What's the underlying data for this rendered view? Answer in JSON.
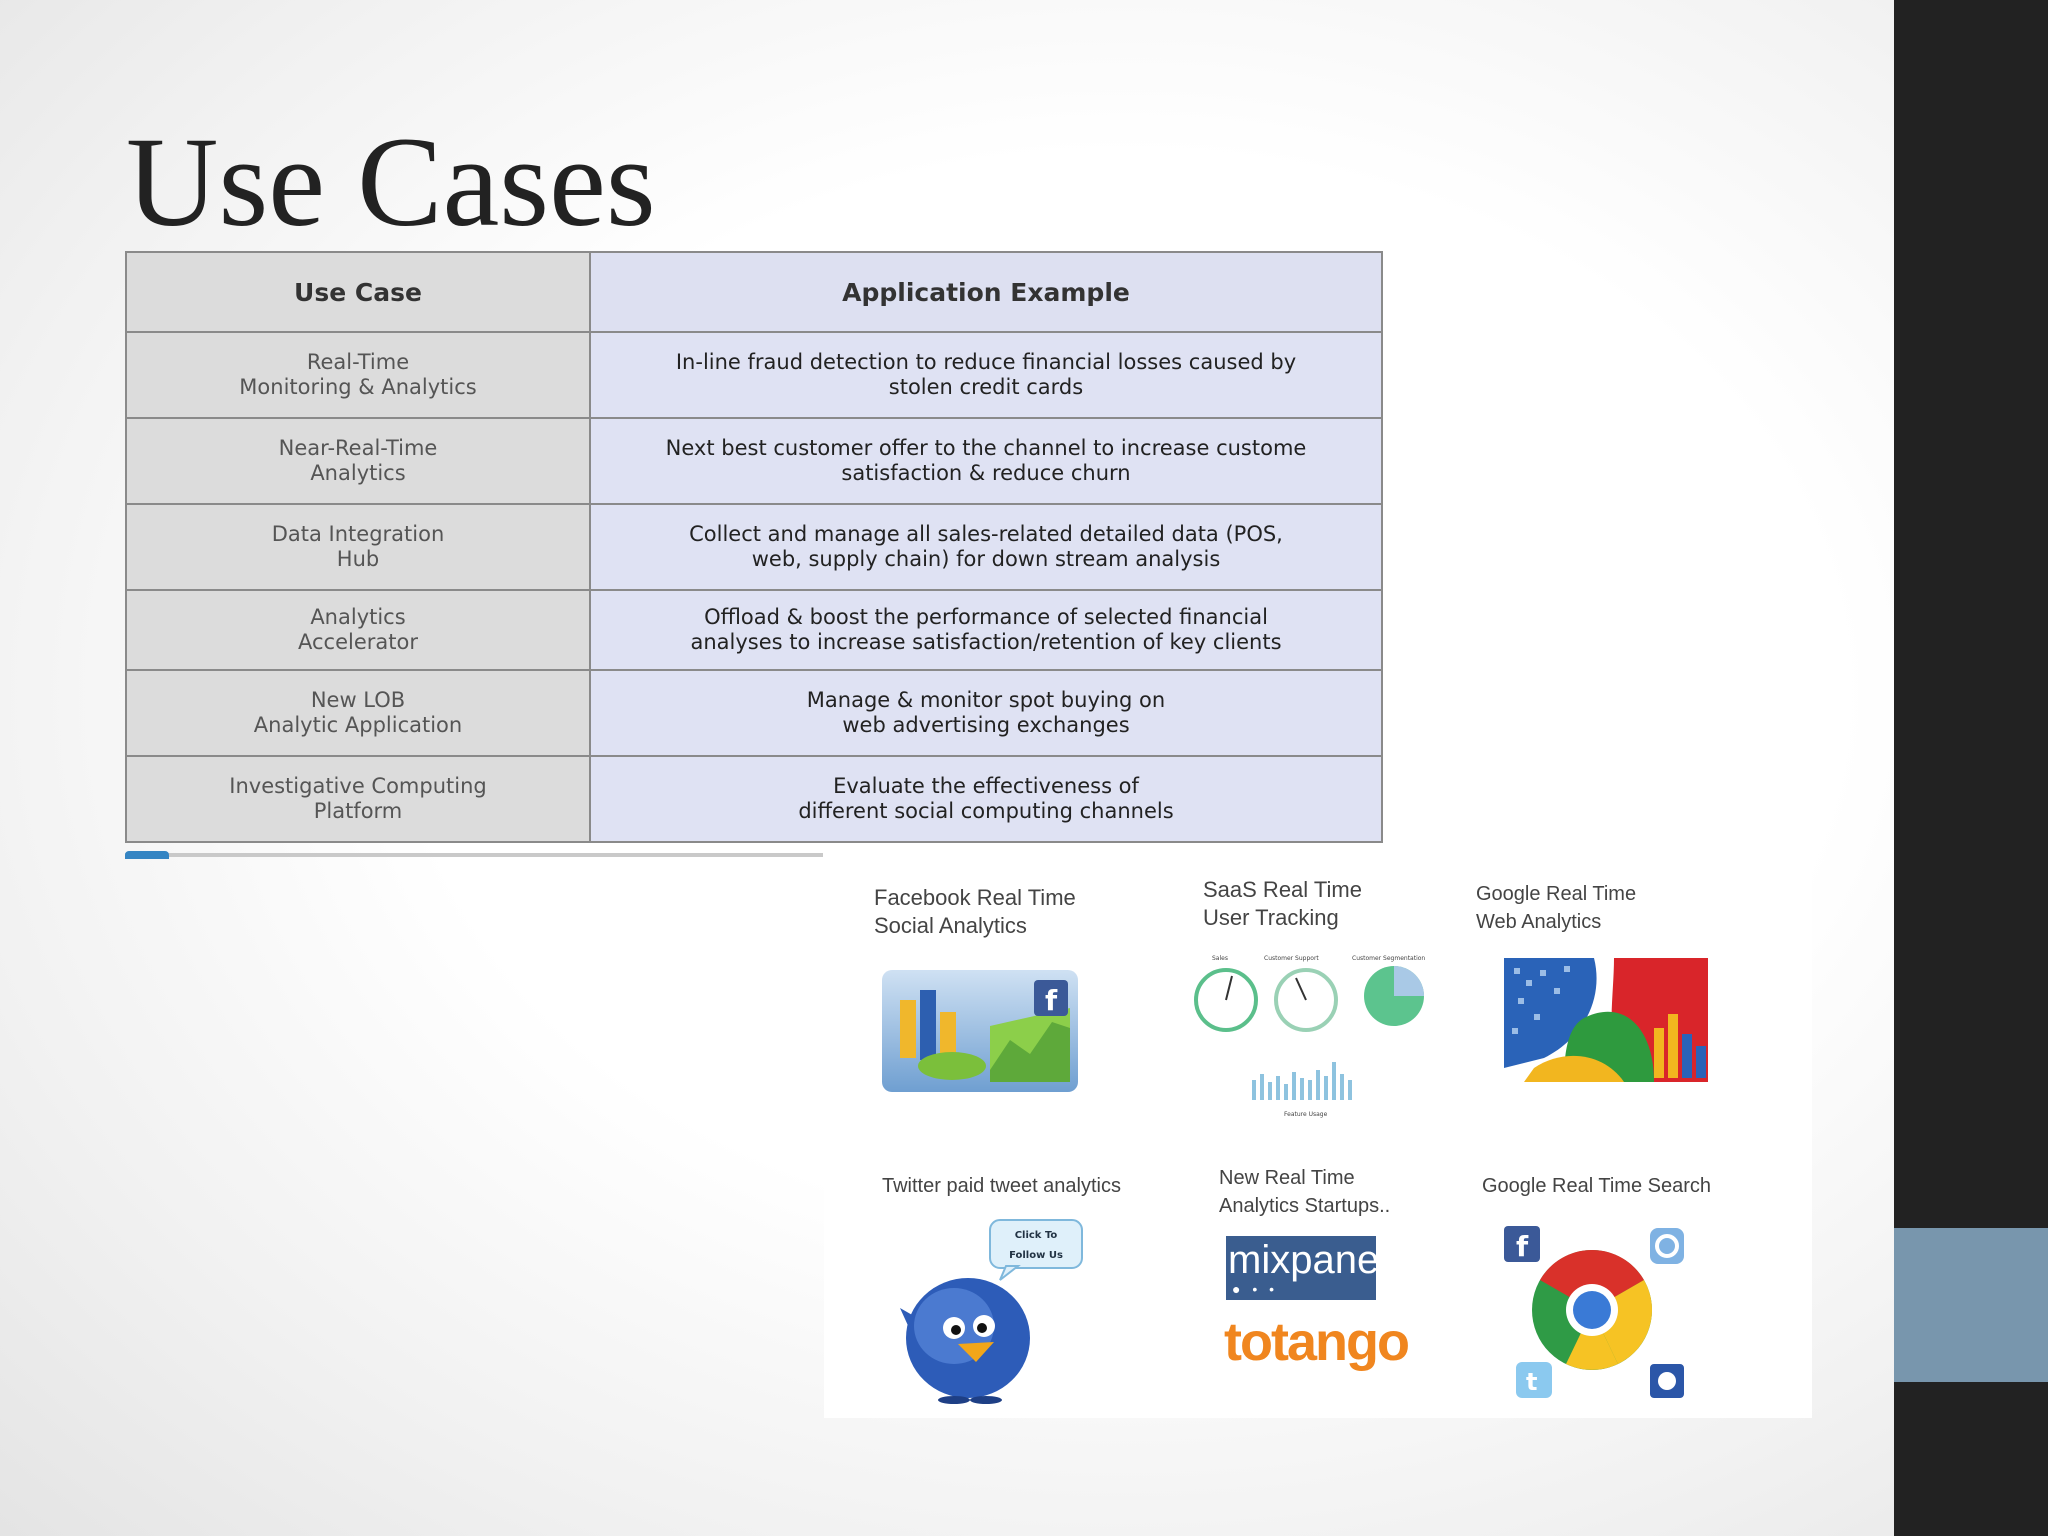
{
  "title": "Use Cases",
  "table": {
    "headers": [
      "Use Case",
      "Application Example"
    ],
    "rows": [
      [
        "Real-Time\nMonitoring & Analytics",
        "In-line fraud detection to reduce financial losses caused by\nstolen credit cards"
      ],
      [
        "Near-Real-Time\nAnalytics",
        "Next best customer offer to the channel to increase custome\nsatisfaction & reduce churn"
      ],
      [
        "Data Integration\nHub",
        "Collect and manage all sales-related detailed data (POS,\nweb, supply chain) for down stream analysis"
      ],
      [
        "Analytics\nAccelerator",
        "Offload & boost the performance of selected financial\nanalyses to increase satisfaction/retention of key clients"
      ],
      [
        "New LOB\nAnalytic Application",
        "Manage & monitor spot buying on\nweb advertising exchanges"
      ],
      [
        "Investigative Computing\nPlatform",
        "Evaluate the effectiveness of\ndifferent social computing channels"
      ]
    ]
  },
  "collage": {
    "facebook_caption": "Facebook Real Time\nSocial Analytics",
    "saas_caption": "SaaS Real Time\nUser Tracking",
    "google_web_caption": "Google Real Time\nWeb Analytics",
    "twitter_caption": "Twitter paid tweet analytics",
    "startups_caption": "New Real Time\nAnalytics  Startups..",
    "google_search_caption": "Google Real Time Search",
    "saas_labels": [
      "Sales",
      "Customer Support",
      "Customer Segmentation",
      "Feature Usage"
    ],
    "twitter_bubble": "Click To\nFollow Us",
    "mixpanel_logo": "mixpanel",
    "totango_logo": "totango"
  },
  "colors": {
    "sidebar": "#222222",
    "sidebar_accent": "#7896ad",
    "table_left": "#dcdcdc",
    "table_right": "#dfe2f3"
  }
}
